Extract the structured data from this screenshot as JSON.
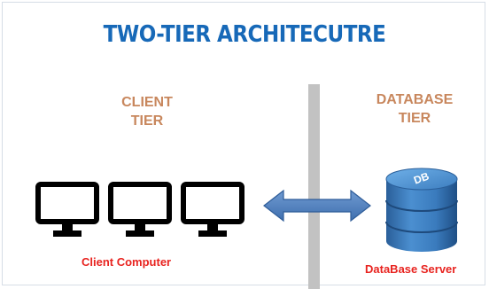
{
  "title": "TWO-TIER ARCHITECUTRE",
  "client_tier": {
    "label_line1": "CLIENT",
    "label_line2": "TIER",
    "caption": "Client Computer",
    "computer_count": 3
  },
  "database_tier": {
    "label_line1": "DATABASE",
    "label_line2": "TIER",
    "caption": "DataBase Server",
    "db_icon_text": "DB"
  },
  "icons": {
    "computer": "monitor-icon",
    "connection": "double-arrow-icon",
    "database": "database-icon"
  },
  "colors": {
    "title": "#1769b8",
    "tier_label": "#c8875d",
    "caption": "#e8231f",
    "arrow": "#4a7fc0",
    "divider": "#c2c2c2",
    "database": "#3d7fc0"
  }
}
